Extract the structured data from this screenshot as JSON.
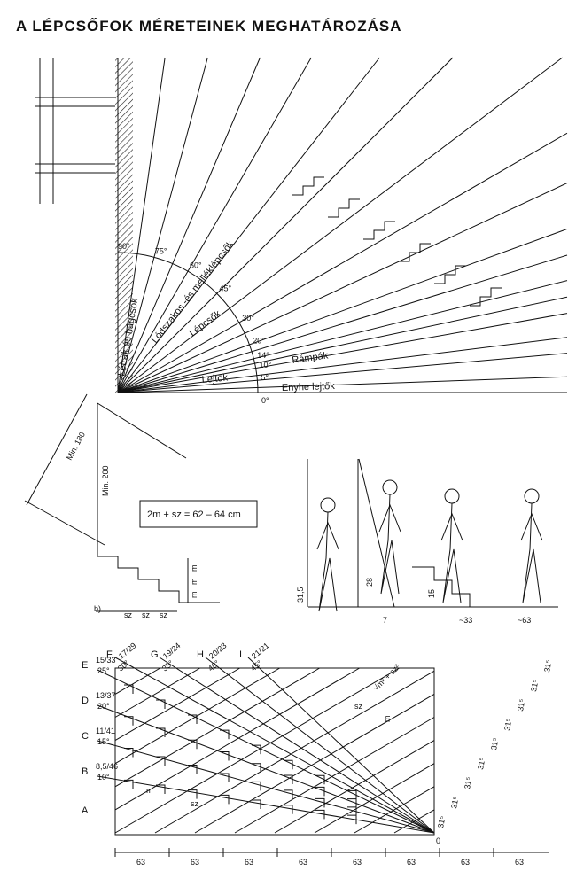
{
  "title": "A LÉPCSŐFOK MÉRETEINEK MEGHATÁROZÁSA",
  "fan": {
    "angles": [
      {
        "deg": 0,
        "label": "0°"
      },
      {
        "deg": 5,
        "label": "5°"
      },
      {
        "deg": 10,
        "label": "10°"
      },
      {
        "deg": 14,
        "label": "14°"
      },
      {
        "deg": 20,
        "label": "20°"
      },
      {
        "deg": 30,
        "label": "30°"
      },
      {
        "deg": 45,
        "label": "45°"
      },
      {
        "deg": 60,
        "label": "60°"
      },
      {
        "deg": 75,
        "label": "75°"
      },
      {
        "deg": 90,
        "label": "90°"
      }
    ],
    "zones": {
      "ladders": "Létrák és hágcsók",
      "steep_stairs": "Lódszakos -és melléklépcsők",
      "stairs": "Lépcsők",
      "ramps": "Rámpák",
      "slopes": "Lejtők",
      "gentle_slopes": "Enyhe lejtők"
    }
  },
  "stair_section": {
    "min_180": "Min. 180",
    "min_200": "Min. 200",
    "label_b": "b)",
    "sz": "sz",
    "m": "m",
    "formula": "2m + sz = 62 – 64 cm"
  },
  "figures": {
    "dim_31_5": "31,5",
    "dim_28": "28",
    "dim_7": "7",
    "dim_15": "15",
    "dim_33": "~33",
    "dim_63": "~63"
  },
  "nomogram": {
    "rows": [
      {
        "letter": "E",
        "ratio": "15/33",
        "angle": "25°"
      },
      {
        "letter": "D",
        "ratio": "13/37",
        "angle": "20°"
      },
      {
        "letter": "C",
        "ratio": "11/41",
        "angle": "15°"
      },
      {
        "letter": "B",
        "ratio": "8,5/46",
        "angle": "10°"
      },
      {
        "letter": "A",
        "ratio": "",
        "angle": ""
      }
    ],
    "cols": [
      {
        "letter": "F",
        "ratio": "17/29",
        "angle": "30°"
      },
      {
        "letter": "G",
        "ratio": "19/24",
        "angle": "35°"
      },
      {
        "letter": "H",
        "ratio": "20/23",
        "angle": "40°"
      },
      {
        "letter": "I",
        "ratio": "21/21",
        "angle": "45°"
      }
    ],
    "sz": "sz",
    "m": "m",
    "hyp": "√m² + sz²",
    "origin": "0",
    "right_label": "31⁵",
    "bottom_dims": [
      "63",
      "63",
      "63",
      "63",
      "63",
      "63",
      "63",
      "63"
    ]
  }
}
